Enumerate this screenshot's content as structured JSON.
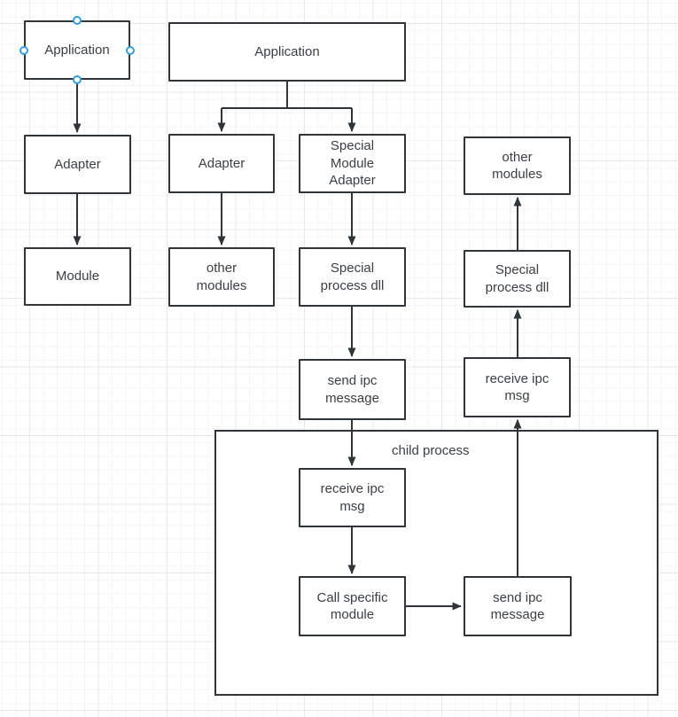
{
  "diagram": {
    "nodes": [
      {
        "id": "application-left",
        "label": "Application"
      },
      {
        "id": "adapter-left",
        "label": "Adapter"
      },
      {
        "id": "module-left",
        "label": "Module"
      },
      {
        "id": "application-main",
        "label": "Application"
      },
      {
        "id": "adapter-mid",
        "label": "Adapter"
      },
      {
        "id": "other-modules-mid",
        "label": "other\nmodules"
      },
      {
        "id": "special-module-adapter",
        "label": "Special\nModule\nAdapter"
      },
      {
        "id": "special-process-dll-mid",
        "label": "Special\nprocess dll"
      },
      {
        "id": "send-ipc-message-mid",
        "label": "send ipc\nmessage"
      },
      {
        "id": "receive-ipc-msg-child",
        "label": "receive ipc\nmsg"
      },
      {
        "id": "call-specific-module",
        "label": "Call specific\nmodule"
      },
      {
        "id": "send-ipc-message-child",
        "label": "send ipc\nmessage"
      },
      {
        "id": "receive-ipc-msg-right",
        "label": "receive ipc\nmsg"
      },
      {
        "id": "special-process-dll-right",
        "label": "Special\nprocess dll"
      },
      {
        "id": "other-modules-right",
        "label": "other\nmodules"
      }
    ],
    "container": {
      "label": "child process"
    },
    "colors": {
      "node_stroke": "#30353c",
      "node_fill": "#ffffff",
      "text": "#3a4046",
      "selection_handle": "#2d9fe3",
      "grid_minor": "#f5f5f5",
      "grid_major": "#e9e9e9"
    }
  }
}
